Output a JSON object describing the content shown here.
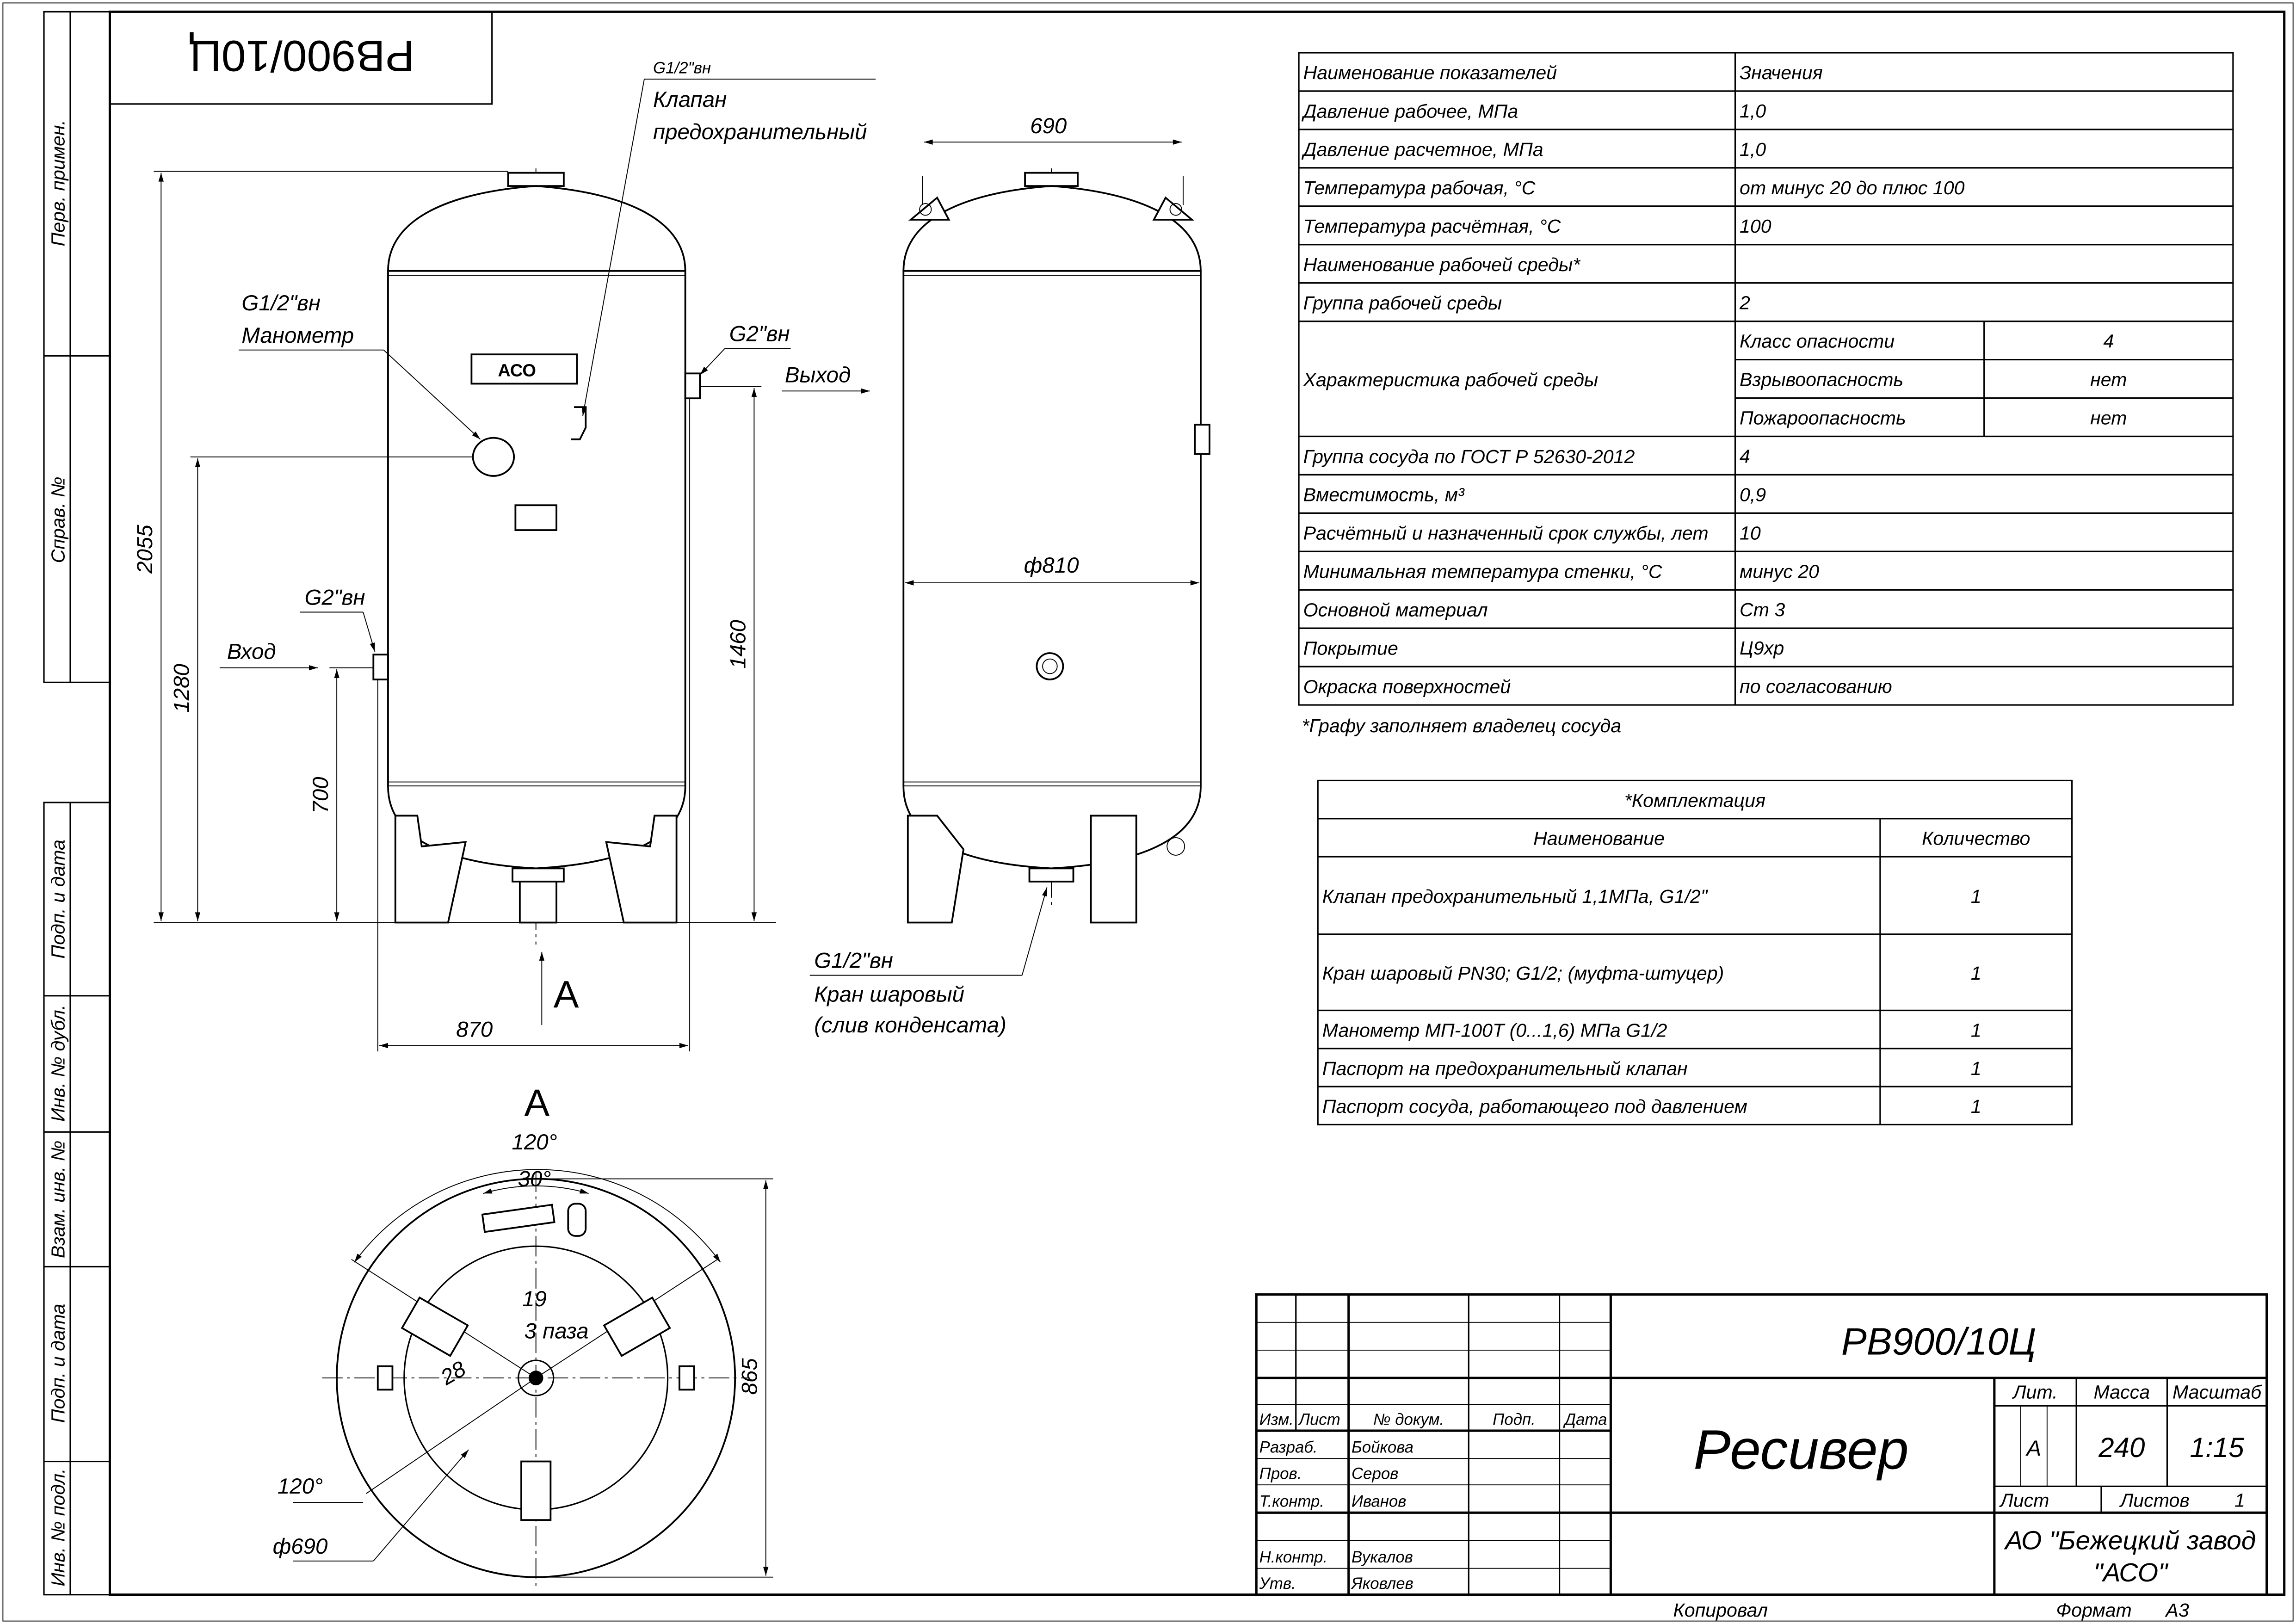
{
  "title_stamp_mirrored": "PB900/10Ц",
  "side_stamps": [
    "Перв. примен.",
    "Справ. №",
    "Подп. и дата",
    "Инв. № дубл.",
    "Взам. инв. №",
    "Подп. и дата",
    "Инв. № подл."
  ],
  "front_view": {
    "safety_valve_thread": "G1/2\"вн",
    "safety_valve_label_1": "Клапан",
    "safety_valve_label_2": "предохранительный",
    "gauge_thread": "G1/2\"вн",
    "gauge_label": "Манометр",
    "outlet_thread": "G2\"вн",
    "outlet_label": "Выход",
    "inlet_thread": "G2\"вн",
    "inlet_label": "Вход",
    "logo_text": "АСО",
    "dim_height": "2055",
    "dim_gauge": "1280",
    "dim_inlet": "700",
    "dim_outlet": "1460",
    "dim_width": "870",
    "view_arrow_label": "A"
  },
  "side_view": {
    "dim_lugs": "690",
    "dim_diameter": "ф810",
    "drain_thread": "G1/2\"вн",
    "drain_label_1": "Кран шаровый",
    "drain_label_2": "(слив конденсата)"
  },
  "view_a": {
    "title": "A",
    "angle_top": "120°",
    "angle_30": "30°",
    "dim_19": "19",
    "slots": "3 паза",
    "dim_28": "28",
    "angle_left": "120°",
    "dim_diameter": "ф690",
    "dim_865": "865"
  },
  "spec_table": {
    "header": [
      "Наименование показателей",
      "Значения"
    ],
    "rows": [
      {
        "name": "Давление рабочее, МПа",
        "value": "1,0"
      },
      {
        "name": "Давление расчетное, МПа",
        "value": "1,0"
      },
      {
        "name": "Температура рабочая, °С",
        "value": "от минус 20 до плюс 100"
      },
      {
        "name": "Температура расчётная, °С",
        "value": "100"
      },
      {
        "name": "Наименование рабочей среды*",
        "value": ""
      },
      {
        "name": "Группа рабочей среды",
        "value": "2"
      },
      {
        "name": "Характеристика рабочей среды",
        "sub": [
          {
            "name": "Класс опасности",
            "value": "4"
          },
          {
            "name": "Взрывоопасность",
            "value": "нет"
          },
          {
            "name": "Пожароопасность",
            "value": "нет"
          }
        ]
      },
      {
        "name": "Группа сосуда по ГОСТ Р 52630-2012",
        "value": "4"
      },
      {
        "name": "Вместимость, м³",
        "value": "0,9"
      },
      {
        "name": "Расчётный и назначенный срок службы, лет",
        "value": "10"
      },
      {
        "name": "Минимальная температура стенки, °С",
        "value": "минус 20"
      },
      {
        "name": "Основной материал",
        "value": "Ст 3"
      },
      {
        "name": "Покрытие",
        "value": "Ц9хр"
      },
      {
        "name": "Окраска поверхностей",
        "value": "по согласованию"
      }
    ],
    "footnote": "*Графу заполняет владелец сосуда"
  },
  "kit_table": {
    "title": "*Комплектация",
    "header": [
      "Наименование",
      "Количество"
    ],
    "rows": [
      {
        "name": "Клапан предохранительный 1,1МПа, G1/2\"",
        "qty": "1"
      },
      {
        "name": "Кран шаровый PN30; G1/2; (муфта-штуцер)",
        "qty": "1"
      },
      {
        "name": "Манометр МП-100Т (0...1,6) МПа G1/2",
        "qty": "1"
      },
      {
        "name": "Паспорт на предохранительный клапан",
        "qty": "1"
      },
      {
        "name": "Паспорт сосуда, работающего под давлением",
        "qty": "1"
      }
    ]
  },
  "title_block": {
    "designation": "PB900/10Ц",
    "name": "Ресивер",
    "col_headers": [
      "Изм.",
      "Лист",
      "№ докум.",
      "Подп.",
      "Дата"
    ],
    "signers": [
      {
        "role": "Разраб.",
        "name": "Бойкова"
      },
      {
        "role": "Пров.",
        "name": "Серов"
      },
      {
        "role": "Т.контр.",
        "name": "Иванов"
      },
      {
        "role": "Н.контр.",
        "name": "Вукалов"
      },
      {
        "role": "Утв.",
        "name": "Яковлев"
      }
    ],
    "lit_label": "Лит.",
    "mass_label": "Масса",
    "scale_label": "Масштаб",
    "lit_value": "А",
    "mass_value": "240",
    "scale_value": "1:15",
    "sheet_label": "Лист",
    "sheets_label": "Листов",
    "sheets_value": "1",
    "company_1": "АО \"Бежецкий завод",
    "company_2": "\"АСО\"",
    "copied_label": "Копировал",
    "format_label": "Формат",
    "format_value": "А3"
  }
}
